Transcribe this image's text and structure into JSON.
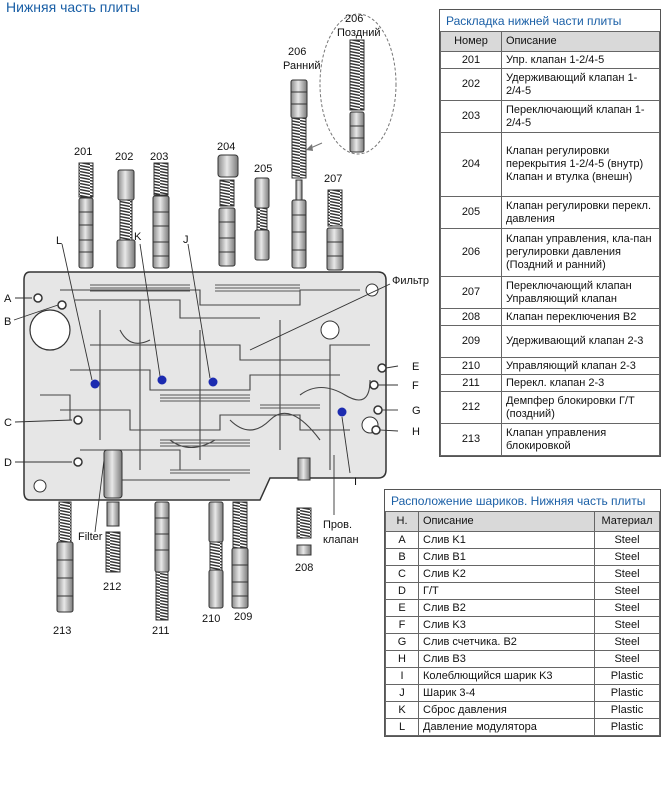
{
  "page_title": "Нижняя часть плиты",
  "diagram": {
    "part_labels": [
      "201",
      "202",
      "203",
      "204",
      "205",
      "206",
      "207",
      "208",
      "209",
      "210",
      "211",
      "212",
      "213"
    ],
    "label_206_top": "206",
    "label_late": "Поздний",
    "label_early_num": "206",
    "label_early": "Ранний",
    "label_filter_ru": "Фильтр",
    "label_filter_en": "Filter",
    "label_check_valve_1": "Пров.",
    "label_check_valve_2": "клапан",
    "ball_letters": [
      "A",
      "B",
      "C",
      "D",
      "E",
      "F",
      "G",
      "H",
      "I",
      "J",
      "K",
      "L"
    ],
    "colors": {
      "plate": "#e8e8e8",
      "plate_stroke": "#333",
      "ball": "#1c2bb0",
      "spring": "#444"
    }
  },
  "valves_table": {
    "title": "Раскладка нижней части плиты",
    "col_num": "Номер",
    "col_desc": "Описание",
    "rows": [
      {
        "num": "201",
        "desc": "Упр. клапан 1-2/4-5"
      },
      {
        "num": "202",
        "desc": "Удерживающий клапан 1-2/4-5"
      },
      {
        "num": "203",
        "desc": "Переключающий клапан 1-2/4-5"
      },
      {
        "num": "204",
        "desc": "Клапан регулировки перекрытия 1-2/4-5 (внутр) Клапан и втулка (внешн)"
      },
      {
        "num": "205",
        "desc": "Клапан регулировки перекл. давления"
      },
      {
        "num": "206",
        "desc": "Клапан управления, кла-пан регулировки давления (Поздний и ранний)"
      },
      {
        "num": "207",
        "desc": "Переключающий клапан Управляющий клапан"
      },
      {
        "num": "208",
        "desc": "Клапан переключения B2"
      },
      {
        "num": "209",
        "desc": "Удерживающий клапан 2-3"
      },
      {
        "num": "210",
        "desc": "Управляющий клапан 2-3"
      },
      {
        "num": "211",
        "desc": "Перекл. клапан 2-3"
      },
      {
        "num": "212",
        "desc": "Демпфер блокировки Г/Т (поздний)"
      },
      {
        "num": "213",
        "desc": "Клапан управления блокировкой"
      }
    ]
  },
  "balls_table": {
    "title": "Расположение шариков. Нижняя часть плиты",
    "col_h": "Н.",
    "col_desc": "Описание",
    "col_mat": "Материал",
    "rows": [
      {
        "h": "A",
        "desc": "Слив K1",
        "mat": "Steel"
      },
      {
        "h": "B",
        "desc": "Слив B1",
        "mat": "Steel"
      },
      {
        "h": "C",
        "desc": "Слив K2",
        "mat": "Steel"
      },
      {
        "h": "D",
        "desc": "Г/Т",
        "mat": "Steel"
      },
      {
        "h": "E",
        "desc": "Слив B2",
        "mat": "Steel"
      },
      {
        "h": "F",
        "desc": "Слив K3",
        "mat": "Steel"
      },
      {
        "h": "G",
        "desc": "Слив счетчика. B2",
        "mat": "Steel"
      },
      {
        "h": "H",
        "desc": "Слив B3",
        "mat": "Steel"
      },
      {
        "h": "I",
        "desc": "Колеблющийся шарик K3",
        "mat": "Plastic"
      },
      {
        "h": "J",
        "desc": "Шарик 3-4",
        "mat": "Plastic"
      },
      {
        "h": "K",
        "desc": "Сброс давления",
        "mat": "Plastic"
      },
      {
        "h": "L",
        "desc": "Давление модулятора",
        "mat": "Plastic"
      }
    ]
  }
}
